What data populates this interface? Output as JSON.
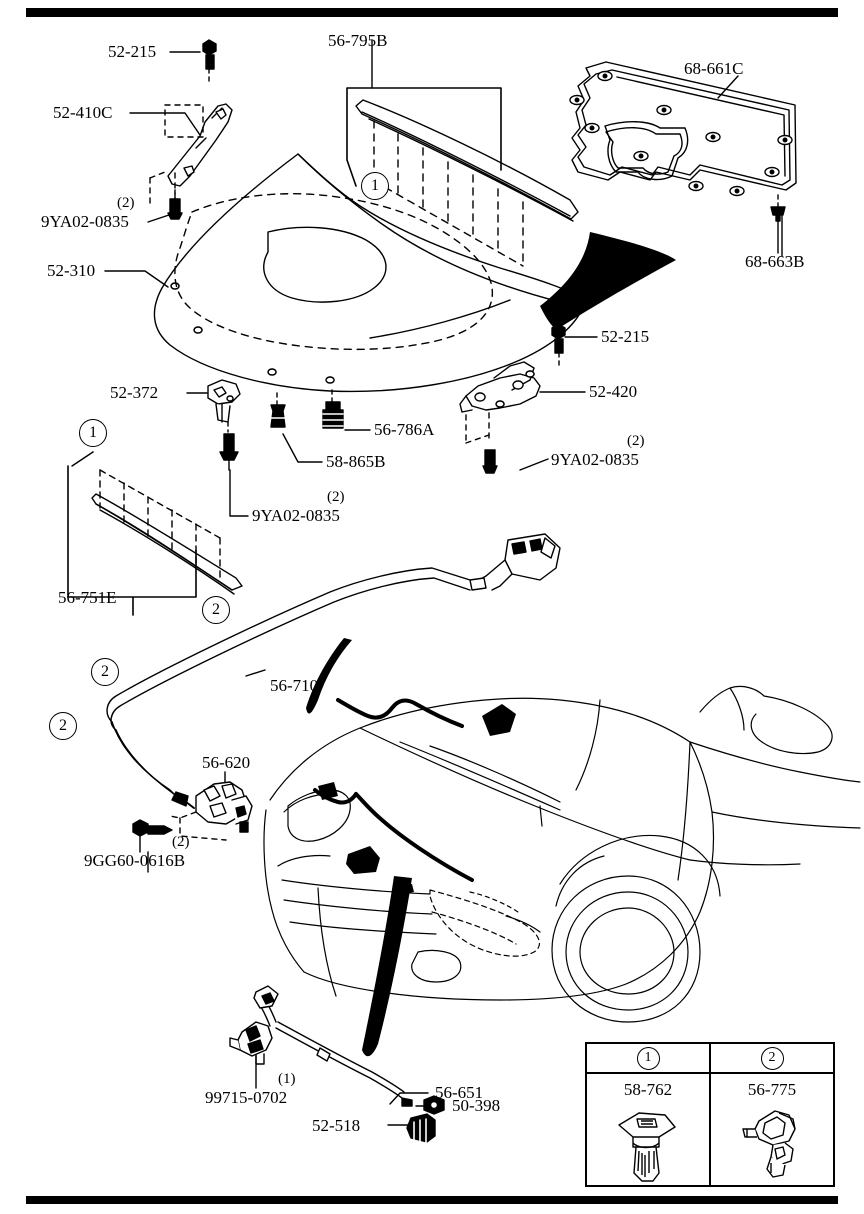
{
  "sheet": {
    "title": "Mazda hood / bonnet parts exploded diagram",
    "ink_color": "#000000",
    "background": "#ffffff"
  },
  "labels": [
    {
      "id": "52-215-top",
      "text": "52-215",
      "qty": "",
      "part": "bolt"
    },
    {
      "id": "56-795B",
      "text": "56-795B",
      "qty": "",
      "part": "hood-front-seal"
    },
    {
      "id": "68-661C",
      "text": "68-661C",
      "qty": "",
      "part": "hood-insulator"
    },
    {
      "id": "52-410C",
      "text": "52-410C",
      "qty": "",
      "part": "hood-hinge-left"
    },
    {
      "id": "9YA02-0835-tl",
      "text": "9YA02-0835",
      "qty": "(2)",
      "part": "bolt"
    },
    {
      "id": "68-663B",
      "text": "68-663B",
      "qty": "",
      "part": "insulator-clip"
    },
    {
      "id": "52-310",
      "text": "52-310",
      "qty": "",
      "part": "hood-panel"
    },
    {
      "id": "52-215-right",
      "text": "52-215",
      "qty": "",
      "part": "bolt"
    },
    {
      "id": "52-420",
      "text": "52-420",
      "qty": "",
      "part": "hood-hinge-right"
    },
    {
      "id": "9YA02-0835-r",
      "text": "9YA02-0835",
      "qty": "(2)",
      "part": "bolt"
    },
    {
      "id": "52-372",
      "text": "52-372",
      "qty": "",
      "part": "hood-stay-bracket"
    },
    {
      "id": "56-786A",
      "text": "56-786A",
      "qty": "",
      "part": "hood-bumper"
    },
    {
      "id": "58-865B",
      "text": "58-865B",
      "qty": "",
      "part": "hood-bumper-small"
    },
    {
      "id": "9YA02-0835-c",
      "text": "9YA02-0835",
      "qty": "(2)",
      "part": "bolt"
    },
    {
      "id": "56-751E",
      "text": "56-751E",
      "qty": "",
      "part": "hood-rear-seal"
    },
    {
      "id": "56-710",
      "text": "56-710",
      "qty": "",
      "part": "hood-release-cable"
    },
    {
      "id": "56-620",
      "text": "56-620",
      "qty": "",
      "part": "hood-latch"
    },
    {
      "id": "9GG60-0616B",
      "text": "9GG60-0616B",
      "qty": "(2)",
      "part": "screw"
    },
    {
      "id": "99715-0702",
      "text": "99715-0702",
      "qty": "(1)",
      "part": "clip"
    },
    {
      "id": "56-651",
      "text": "56-651",
      "qty": "",
      "part": "hood-release-lever-rod"
    },
    {
      "id": "50-398",
      "text": "50-398",
      "qty": "",
      "part": "nut"
    },
    {
      "id": "52-518",
      "text": "52-518",
      "qty": "",
      "part": "grommet"
    }
  ],
  "callouts": [
    {
      "id": "c1-top",
      "number": "1"
    },
    {
      "id": "c1-seal",
      "number": "1"
    },
    {
      "id": "c2-upper",
      "number": "2"
    },
    {
      "id": "c2-mid",
      "number": "2"
    },
    {
      "id": "c2-left",
      "number": "2"
    }
  ],
  "legend": {
    "columns": [
      {
        "callout": "1",
        "part_number": "58-762",
        "icon": "push-clip-icon"
      },
      {
        "callout": "2",
        "part_number": "56-775",
        "icon": "cable-clamp-icon"
      }
    ]
  }
}
